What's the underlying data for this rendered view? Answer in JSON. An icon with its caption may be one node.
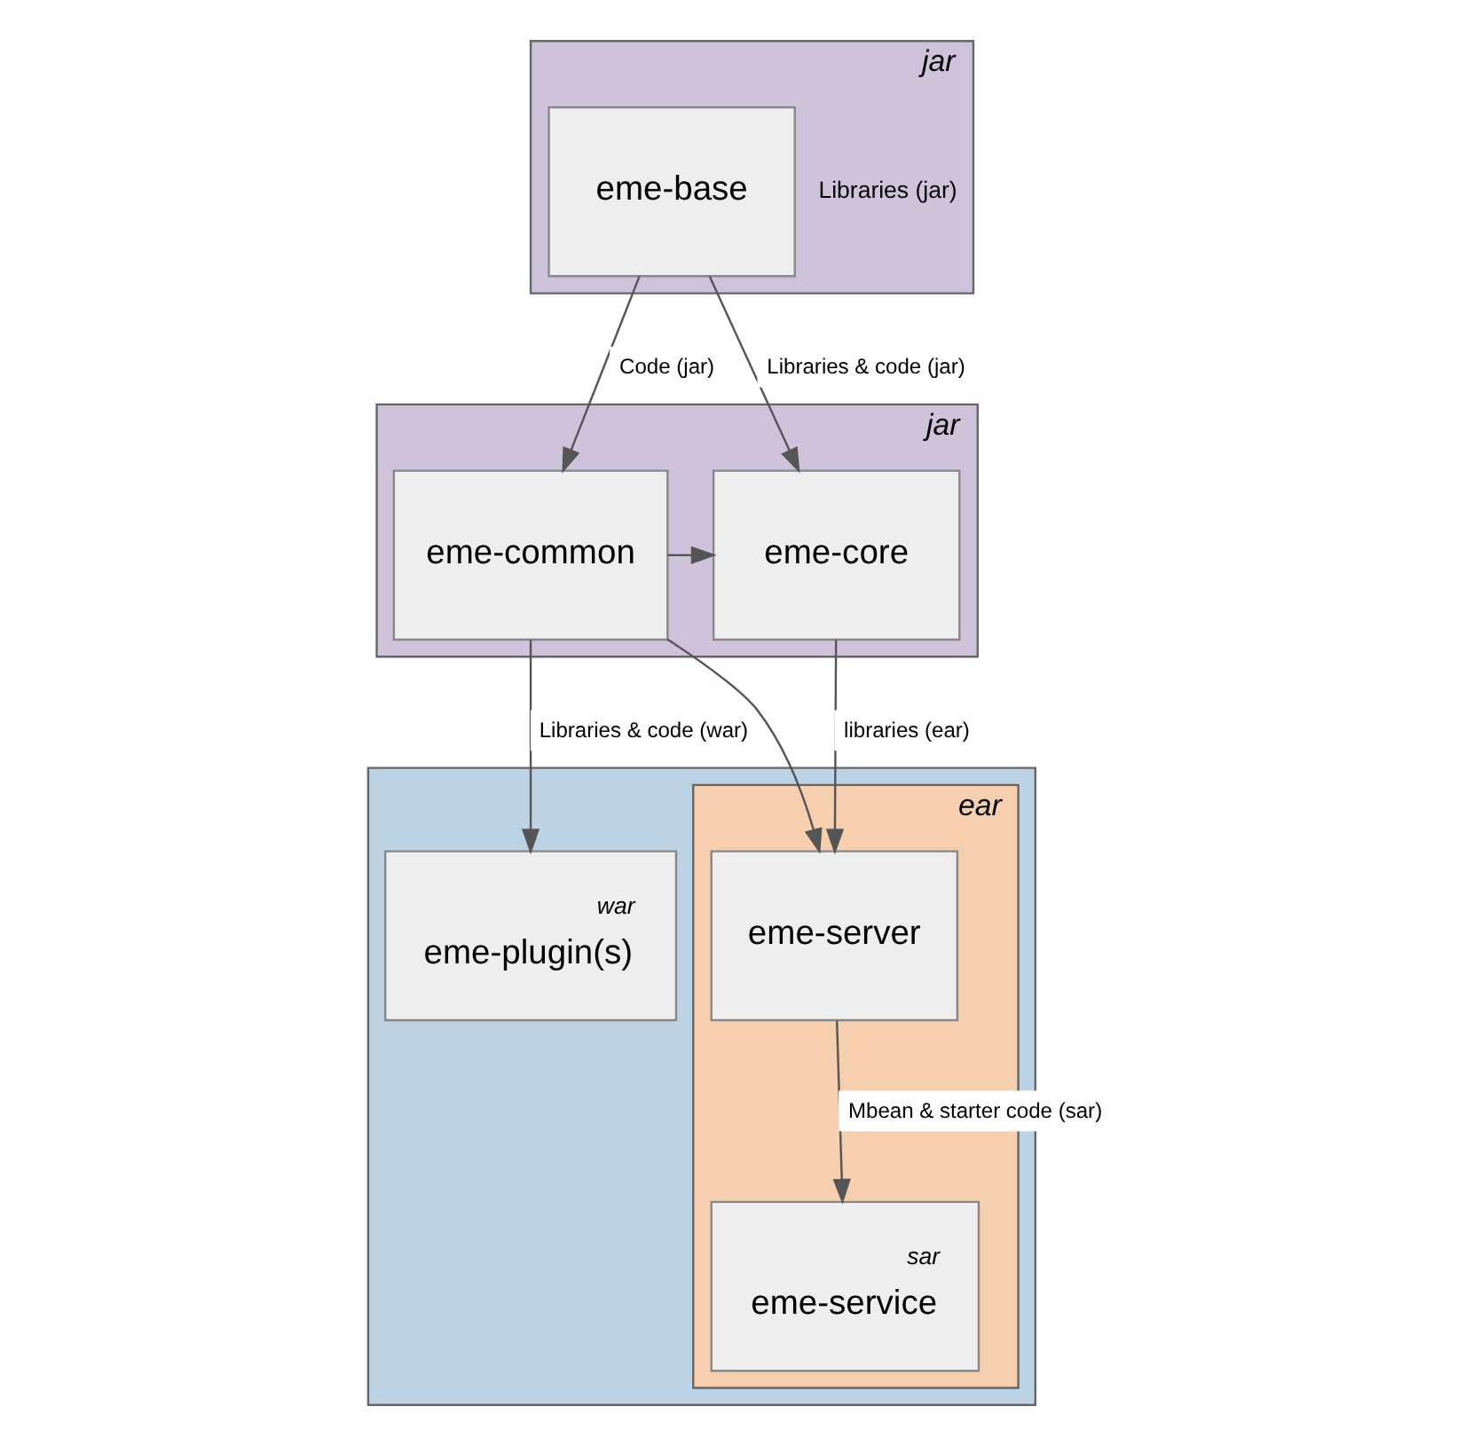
{
  "diagram": {
    "nodes": [
      {
        "text": [
          "jar"
        ]
      },
      {
        "text": [
          "eme-base"
        ],
        "in": 0,
        "beside": [
          "Libraries (jar)"
        ]
      },
      {
        "text": [
          "jar"
        ]
      },
      {
        "text": [
          "eme-common"
        ],
        "in": 2
      },
      {
        "text": [
          "eme-core"
        ],
        "in": 2
      },
      {
        "text": [],
        "shape": "box"
      },
      {
        "text": [
          "war",
          "eme-plugin(s)"
        ],
        "in": 5
      },
      {
        "text": [
          "ear"
        ],
        "in": 5
      },
      {
        "text": [
          "eme-server"
        ],
        "in": 7
      },
      {
        "text": [
          "sar",
          "eme-service"
        ],
        "in": 7
      }
    ],
    "edges": [
      {
        "from": 1,
        "to": 3,
        "arrow": "to",
        "label": "Code (jar)"
      },
      {
        "from": 1,
        "to": 4,
        "arrow": "to",
        "label": "Libraries & code (jar)"
      },
      {
        "from": 3,
        "to": 4,
        "arrow": "to"
      },
      {
        "from": 3,
        "to": 6,
        "arrow": "to",
        "label": "Libraries & code (war)"
      },
      {
        "from": 3,
        "to": 8,
        "arrow": "to"
      },
      {
        "from": 4,
        "to": 8,
        "arrow": "to",
        "label": "libraries (ear)"
      },
      {
        "from": 8,
        "to": 9,
        "arrow": "to",
        "label": "Mbean & starter code (sar)"
      }
    ]
  }
}
